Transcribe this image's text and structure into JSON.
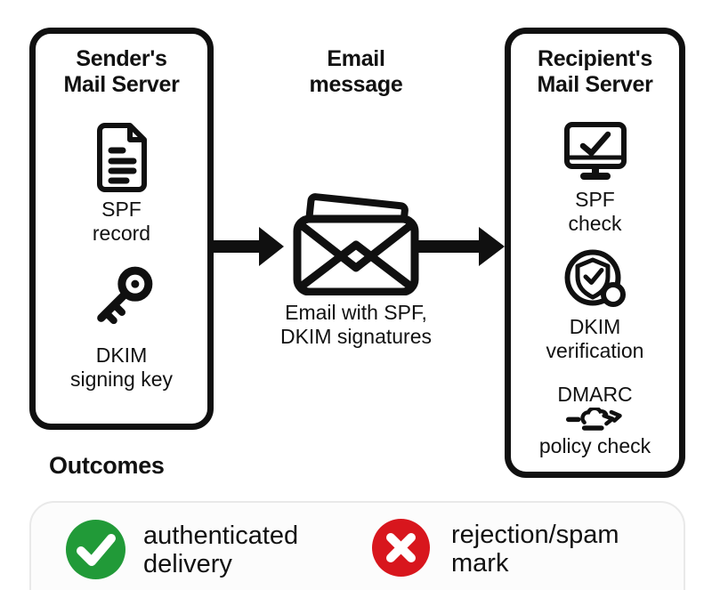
{
  "colors": {
    "ink": "#101010",
    "success_green": "#219a38",
    "error_red": "#d8161d",
    "panel_bg": "#fcfcfc",
    "panel_border": "#e9e9e9"
  },
  "sender_box": {
    "title_lines": [
      "Sender's",
      "Mail Server"
    ],
    "items": [
      {
        "icon": "document-icon",
        "label_lines": [
          "SPF",
          "record"
        ]
      },
      {
        "icon": "key-icon",
        "label_lines": [
          "DKIM",
          "signing key"
        ]
      }
    ]
  },
  "email_flow": {
    "title_lines": [
      "Email",
      "message"
    ],
    "icon": "envelope-icon",
    "caption_lines": [
      "Email with SPF,",
      "DKIM signatures"
    ]
  },
  "recipient_box": {
    "title_lines": [
      "Recipient's",
      "Mail Server"
    ],
    "items": [
      {
        "icon": "monitor-check-icon",
        "label_lines": [
          "SPF",
          "check"
        ]
      },
      {
        "icon": "shield-check-icon",
        "label_lines": [
          "DKIM",
          "verification"
        ]
      },
      {
        "icon": "dmarc-cloud-icon",
        "label_top": "DMARC",
        "label_bottom": "policy check"
      }
    ]
  },
  "outcomes": {
    "heading": "Outcomes",
    "items": [
      {
        "icon": "check-circle-icon",
        "color": "#219a38",
        "label_lines": [
          "authenticated",
          "delivery"
        ]
      },
      {
        "icon": "x-circle-icon",
        "color": "#d8161d",
        "label_lines": [
          "rejection/spam",
          "mark"
        ]
      }
    ]
  }
}
